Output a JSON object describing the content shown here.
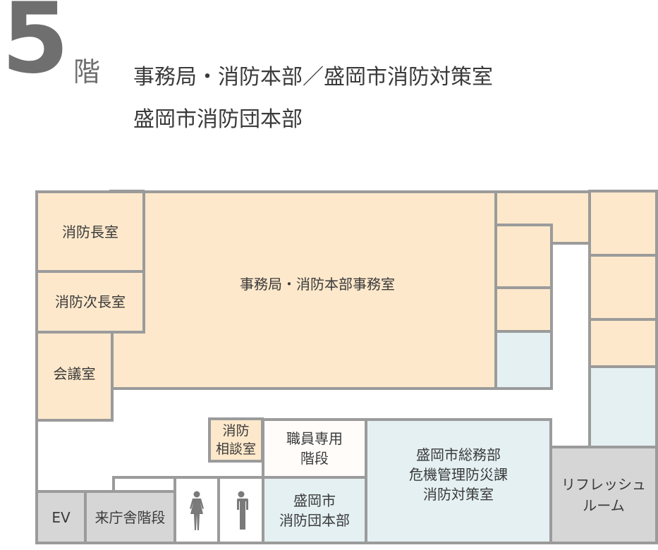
{
  "header": {
    "floor_number": "5",
    "floor_suffix": "階",
    "title_line1": "事務局・消防本部／盛岡市消防対策室",
    "title_line2": "盛岡市消防団本部"
  },
  "colors": {
    "office": "#fde8cb",
    "public_office": "#e4f0f2",
    "facility": "#d6d6d6",
    "wall": "#9b9b9b",
    "text": "#3a3a3a"
  },
  "rooms": {
    "fire_chief": "消防長室",
    "deputy_chief": "消防次長室",
    "meeting": "会議室",
    "main_office": "事務局・消防本部事務室",
    "consultation": "消防\n相談室",
    "staff_stairs": "職員専用\n階段",
    "general_affairs": "盛岡市総務部\n危機管理防災課\n消防対策室",
    "refresh_room": "リフレッシュ\nルーム",
    "fire_corps": "盛岡市\n消防団本部",
    "elevator": "EV",
    "visitor_stairs": "来庁舎階段"
  },
  "icons": {
    "female_restroom": "female-restroom-icon",
    "male_restroom": "male-restroom-icon"
  }
}
